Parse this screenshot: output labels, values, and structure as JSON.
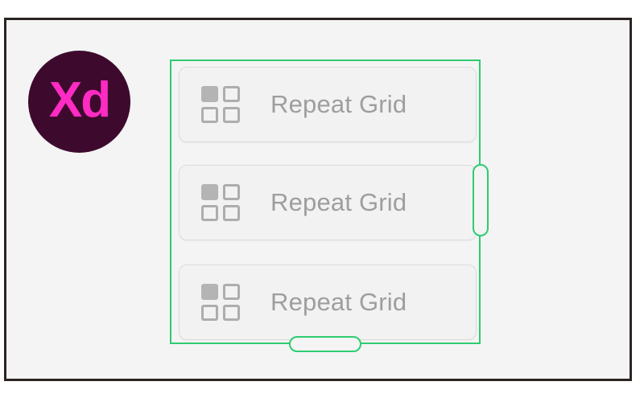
{
  "canvas": {
    "background_color": "#F4F4F4",
    "frame_border_color": "#2B2422",
    "outer_background_color": "#FFFFFF"
  },
  "logo": {
    "name": "adobe-xd-logo",
    "text": "Xd",
    "circle_color": "#3D0A2E",
    "text_color": "#FF2BC2"
  },
  "selection": {
    "name": "repeat-grid-selection",
    "stroke_color": "#2ECC71",
    "handles": [
      {
        "name": "repeat-grid-handle-right",
        "orientation": "vertical"
      },
      {
        "name": "repeat-grid-handle-bottom",
        "orientation": "horizontal"
      }
    ]
  },
  "cards": [
    {
      "icon": "repeat-grid-icon",
      "label": "Repeat Grid",
      "label_color": "#9E9E9E",
      "background_color": "#F2F2F2",
      "border_color": "#DCDCDC"
    },
    {
      "icon": "repeat-grid-icon",
      "label": "Repeat Grid",
      "label_color": "#9E9E9E",
      "background_color": "#F2F2F2",
      "border_color": "#DCDCDC"
    },
    {
      "icon": "repeat-grid-icon",
      "label": "Repeat Grid",
      "label_color": "#9E9E9E",
      "background_color": "#F2F2F2",
      "border_color": "#DCDCDC"
    }
  ]
}
